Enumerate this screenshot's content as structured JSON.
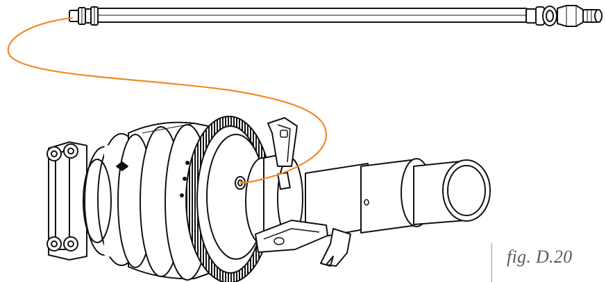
{
  "figure": {
    "label": "fig. D.20",
    "accent_color": "#f08a24",
    "line_color": "#111111"
  },
  "parts": {
    "hose": "straight-hose",
    "cable": "orange-sensor-cable",
    "assembly": "clutch-shaft-assembly"
  }
}
